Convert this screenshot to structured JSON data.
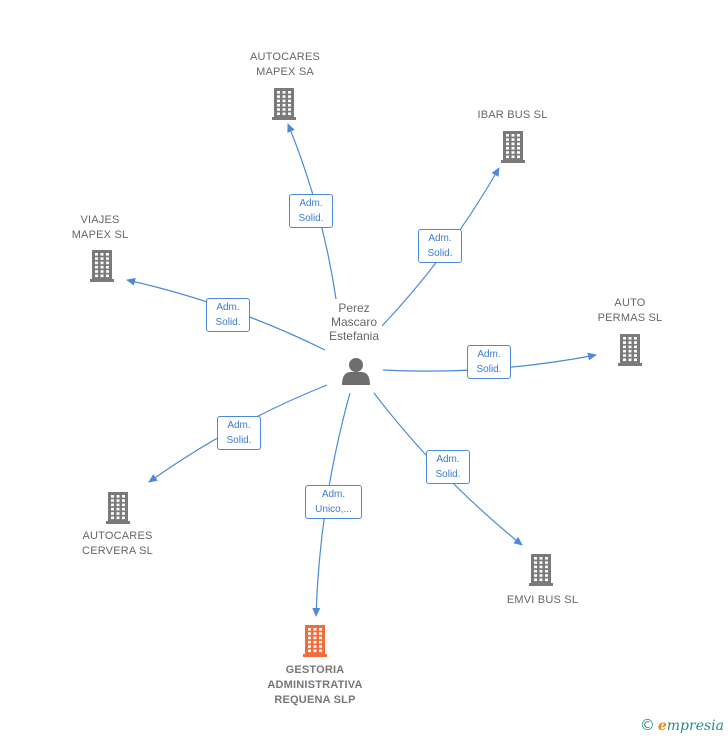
{
  "center": {
    "label": "Perez\nMascaro\nEstefania",
    "icon": "person-icon"
  },
  "companies": [
    {
      "id": "autocares-mapex",
      "label": "AUTOCARES\nMAPEX SA",
      "icon": "building-icon",
      "color": "#7a7a7a"
    },
    {
      "id": "ibar-bus",
      "label": "IBAR BUS SL",
      "icon": "building-icon",
      "color": "#7a7a7a"
    },
    {
      "id": "viajes-mapex",
      "label": "VIAJES\nMAPEX SL",
      "icon": "building-icon",
      "color": "#7a7a7a"
    },
    {
      "id": "auto-permas",
      "label": "AUTO\nPERMAS SL",
      "icon": "building-icon",
      "color": "#7a7a7a"
    },
    {
      "id": "autocares-cervera",
      "label": "AUTOCARES\nCERVERA  SL",
      "icon": "building-icon",
      "color": "#7a7a7a"
    },
    {
      "id": "gestoria",
      "label": "GESTORIA\nADMINISTRATIVA\nREQUENA  SLP",
      "icon": "building-icon",
      "color": "#f26b3a",
      "focus": true
    },
    {
      "id": "emvi-bus",
      "label": "EMVI BUS SL",
      "icon": "building-icon",
      "color": "#7a7a7a"
    }
  ],
  "edges": [
    {
      "to": "autocares-mapex",
      "label": "Adm.\nSolid."
    },
    {
      "to": "ibar-bus",
      "label": "Adm.\nSolid."
    },
    {
      "to": "viajes-mapex",
      "label": "Adm.\nSolid."
    },
    {
      "to": "auto-permas",
      "label": "Adm.\nSolid."
    },
    {
      "to": "autocares-cervera",
      "label": "Adm.\nSolid."
    },
    {
      "to": "gestoria",
      "label": "Adm.\nUnico,..."
    },
    {
      "to": "emvi-bus",
      "label": "Adm.\nSolid."
    }
  ],
  "colors": {
    "edge": "#4a8ad8",
    "building": "#7a7a7a",
    "focus_building": "#f26b3a",
    "person": "#6e6e6e"
  },
  "brand": {
    "copyright": "©",
    "initial": "e",
    "name": "mpresia"
  }
}
